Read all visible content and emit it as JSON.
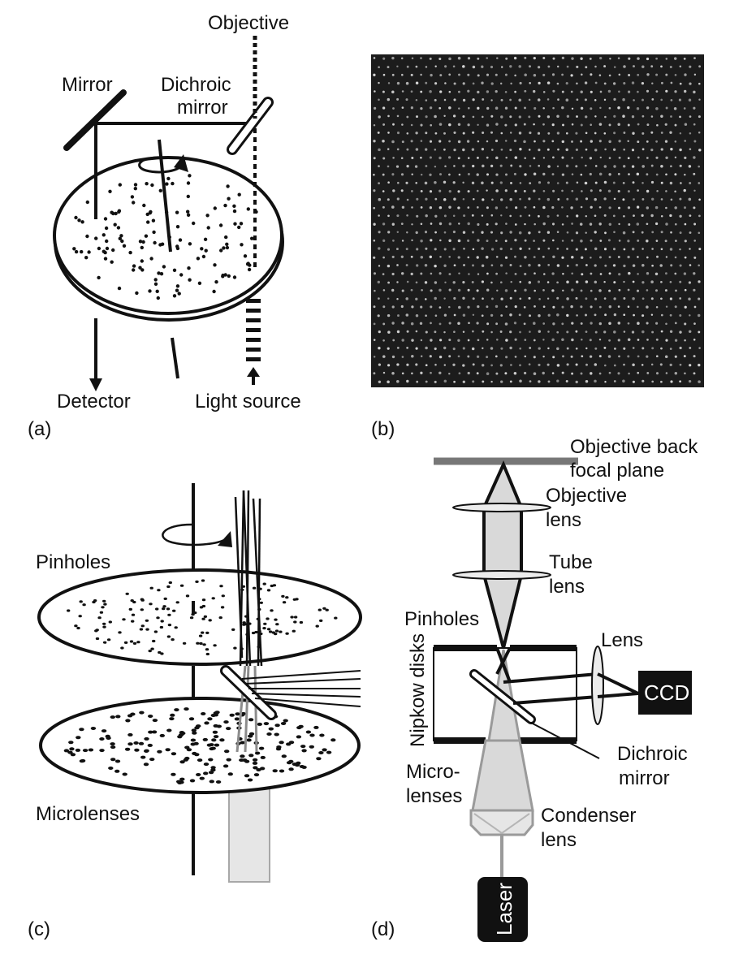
{
  "panel_a": {
    "label": "(a)",
    "objective": "Objective",
    "mirror": "Mirror",
    "dichroic_line1": "Dichroic",
    "dichroic_line2": "mirror",
    "detector": "Detector",
    "light_source": "Light source"
  },
  "panel_b": {
    "label": "(b)"
  },
  "panel_c": {
    "label": "(c)",
    "pinholes": "Pinholes",
    "microlenses": "Microlenses"
  },
  "panel_d": {
    "label": "(d)",
    "obj_back_line1": "Objective back",
    "obj_back_line2": "focal plane",
    "obj_lens_line1": "Objective",
    "obj_lens_line2": "lens",
    "tube_line1": "Tube",
    "tube_line2": "lens",
    "pinholes": "Pinholes",
    "nipkow": "Nipkow disks",
    "lens": "Lens",
    "ccd": "CCD",
    "dichroic_line1": "Dichroic",
    "dichroic_line2": "mirror",
    "micro_line1": "Micro-",
    "micro_line2": "lenses",
    "condenser_line1": "Condenser",
    "condenser_line2": "lens",
    "laser": "Laser"
  },
  "colors": {
    "ink": "#111111",
    "beam_fill": "#d9d9d9",
    "beam_edge": "#9a9a9a",
    "micrograph_bg": "#1c1c1c",
    "micrograph_dot": "#d8d8d8"
  }
}
